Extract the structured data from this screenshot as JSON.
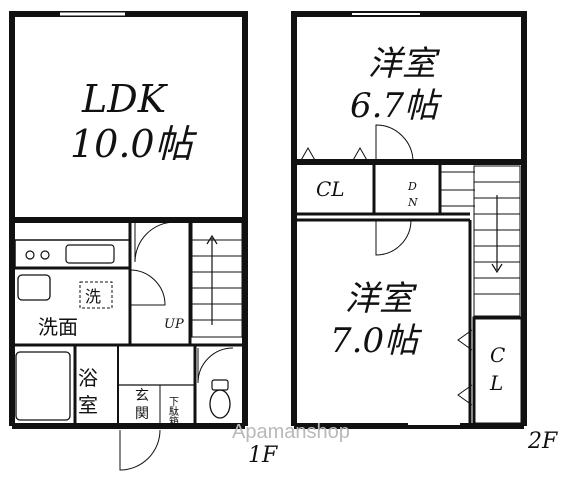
{
  "floor1": {
    "ldk_label": "LDK",
    "ldk_size": "10.0帖",
    "washroom": "洗面",
    "washer": "洗",
    "bath": "浴室",
    "entrance": "玄関",
    "shoe_box": "下駄箱",
    "stairs_up": "UP",
    "floor_name": "1F"
  },
  "floor2": {
    "room1_label": "洋室",
    "room1_size": "6.7帖",
    "room2_label": "洋室",
    "room2_size": "7.0帖",
    "closet1": "CL",
    "closet2_c": "C",
    "closet2_l": "L",
    "stairs_down_d": "D",
    "stairs_down_n": "N",
    "floor_name": "2F"
  },
  "watermark": "Apamanshop",
  "colors": {
    "wall": "#111111",
    "thin": "#333333",
    "watermark": "#b9b9b9"
  }
}
